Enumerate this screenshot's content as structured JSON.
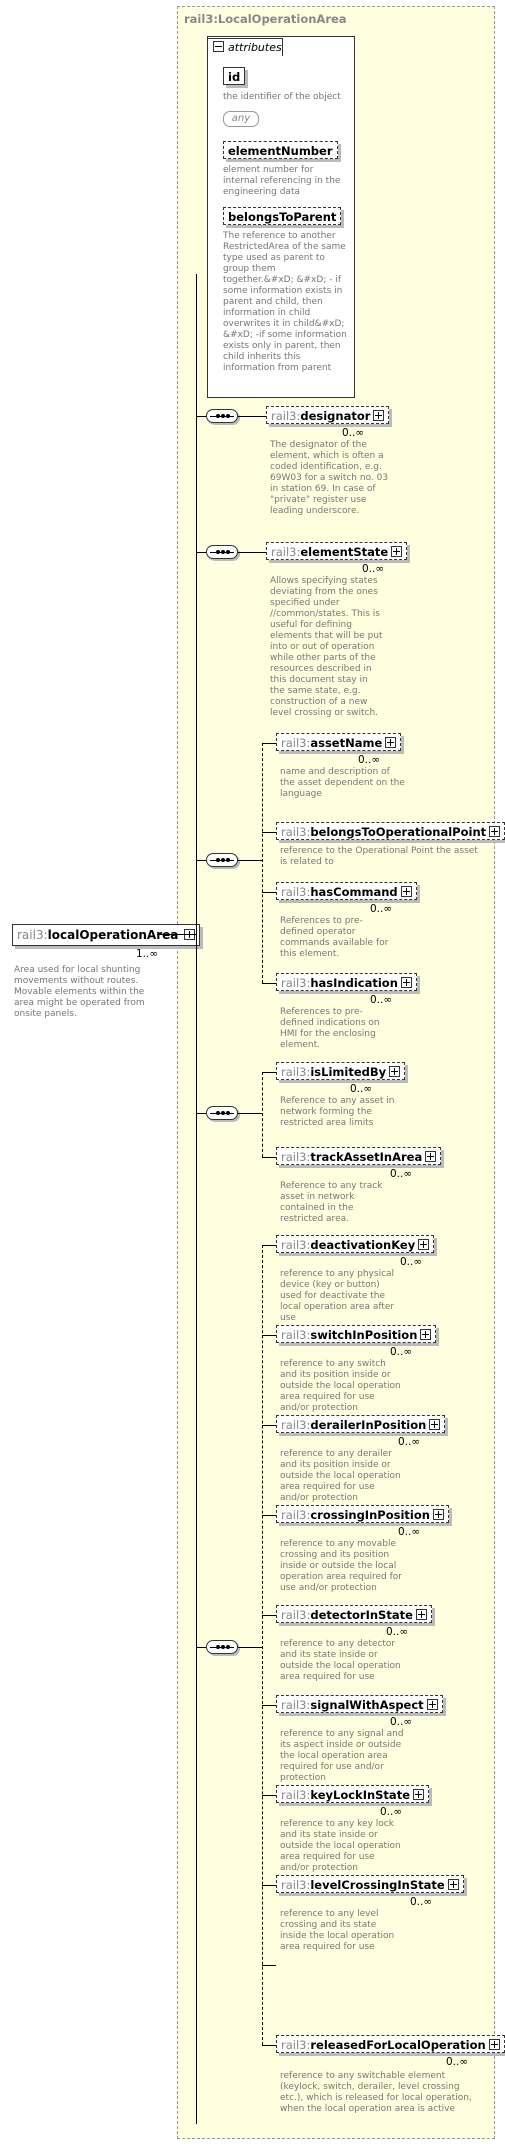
{
  "type_name": "rail3:LocalOperationArea",
  "attributes_label": "attributes",
  "any_label": "any",
  "attributes": [
    {
      "name": "id",
      "desc": "the identifier of the object"
    },
    {
      "name": "elementNumber",
      "desc": "element number for internal referencing in the engineering data"
    },
    {
      "name": "belongsToParent",
      "desc": "The reference to another RestrictedArea of the same type used as parent to group them together.&#xD; &#xD; - if some information exists in parent and child, then information in child overwrites it in child&#xD; &#xD; -if some information exists only in parent, then child inherits this information from parent"
    }
  ],
  "root": {
    "prefix": "rail3:",
    "name": "localOperationArea",
    "mult": "1..∞",
    "desc": "Area used for local shunting movements without routes. Movable elements within the area might be operated from onsite panels."
  },
  "elements": [
    {
      "prefix": "rail3:",
      "name": "designator",
      "mult": "0..∞",
      "desc": "The designator of the element, which is often a coded identification, e.g. 69W03 for a switch no. 03 in station 69. In case of \"private\" register use leading underscore."
    },
    {
      "prefix": "rail3:",
      "name": "elementState",
      "mult": "0..∞",
      "desc": "Allows specifying states deviating from the ones specified under //common/states. This is useful for defining elements that will be put into or out of operation while other parts of the resources described in this document stay in the same state, e.g. construction of a new level crossing or switch."
    },
    {
      "prefix": "rail3:",
      "name": "assetName",
      "mult": "0..∞",
      "desc": "name and description of the asset dependent on the language"
    },
    {
      "prefix": "rail3:",
      "name": "belongsToOperationalPoint",
      "mult": "",
      "desc": "reference to the Operational Point the asset is related to"
    },
    {
      "prefix": "rail3:",
      "name": "hasCommand",
      "mult": "0..∞",
      "desc": "References to pre-defined operator commands available for this element."
    },
    {
      "prefix": "rail3:",
      "name": "hasIndication",
      "mult": "0..∞",
      "desc": "References to pre-defined indications on HMI for the enclosing element."
    },
    {
      "prefix": "rail3:",
      "name": "isLimitedBy",
      "mult": "0..∞",
      "desc": "Reference to any asset in network forming the restricted area limits"
    },
    {
      "prefix": "rail3:",
      "name": "trackAssetInArea",
      "mult": "0..∞",
      "desc": "Reference to any track asset in network contained in the restricted area."
    },
    {
      "prefix": "rail3:",
      "name": "deactivationKey",
      "mult": "0..∞",
      "desc": "reference to any physical device (key or button) used for deactivate the local operation area after use"
    },
    {
      "prefix": "rail3:",
      "name": "switchInPosition",
      "mult": "0..∞",
      "desc": "reference to any switch and its position inside or outside the local operation area required for use and/or protection"
    },
    {
      "prefix": "rail3:",
      "name": "derailerInPosition",
      "mult": "0..∞",
      "desc": "reference to any derailer and its position inside or outside the local operation area required for use and/or protection"
    },
    {
      "prefix": "rail3:",
      "name": "crossingInPosition",
      "mult": "0..∞",
      "desc": "reference to any movable crossing and its position inside or outside the local operation area required for use and/or protection"
    },
    {
      "prefix": "rail3:",
      "name": "detectorInState",
      "mult": "0..∞",
      "desc": "reference to any detector and its state inside or outside the local operation area required for use"
    },
    {
      "prefix": "rail3:",
      "name": "signalWithAspect",
      "mult": "0..∞",
      "desc": "reference to any signal and its aspect inside or outside the local operation area required for use and/or protection"
    },
    {
      "prefix": "rail3:",
      "name": "keyLockInState",
      "mult": "0..∞",
      "desc": "reference to any key lock and its state inside or outside the local operation area required for use and/or protection"
    },
    {
      "prefix": "rail3:",
      "name": "levelCrossingInState",
      "mult": "0..∞",
      "desc": "reference to any level crossing and its state inside the local operation area required for use"
    },
    {
      "prefix": "rail3:",
      "name": "releasedForLocalOperation",
      "mult": "0..∞",
      "desc": "reference to any switchable element (keylock, switch, derailer, level crossing etc.), which is released for local operation, when the local operation area is active"
    }
  ]
}
